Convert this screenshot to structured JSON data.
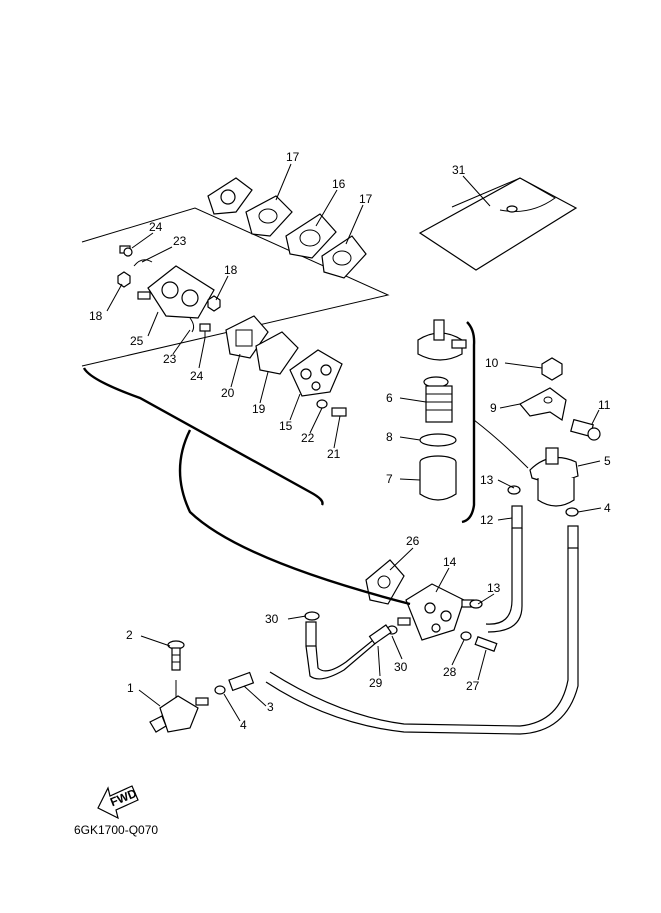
{
  "diagram": {
    "code": "6GK1700-Q070",
    "fwd_label": "FWD",
    "callouts": [
      {
        "id": "c1",
        "label": "1"
      },
      {
        "id": "c2",
        "label": "2"
      },
      {
        "id": "c3",
        "label": "3"
      },
      {
        "id": "c4a",
        "label": "4"
      },
      {
        "id": "c4b",
        "label": "4"
      },
      {
        "id": "c5",
        "label": "5"
      },
      {
        "id": "c6",
        "label": "6"
      },
      {
        "id": "c7",
        "label": "7"
      },
      {
        "id": "c8",
        "label": "8"
      },
      {
        "id": "c9",
        "label": "9"
      },
      {
        "id": "c10",
        "label": "10"
      },
      {
        "id": "c11",
        "label": "11"
      },
      {
        "id": "c12",
        "label": "12"
      },
      {
        "id": "c13a",
        "label": "13"
      },
      {
        "id": "c13b",
        "label": "13"
      },
      {
        "id": "c14",
        "label": "14"
      },
      {
        "id": "c15",
        "label": "15"
      },
      {
        "id": "c16",
        "label": "16"
      },
      {
        "id": "c17a",
        "label": "17"
      },
      {
        "id": "c17b",
        "label": "17"
      },
      {
        "id": "c18a",
        "label": "18"
      },
      {
        "id": "c18b",
        "label": "18"
      },
      {
        "id": "c19",
        "label": "19"
      },
      {
        "id": "c20",
        "label": "20"
      },
      {
        "id": "c21",
        "label": "21"
      },
      {
        "id": "c22",
        "label": "22"
      },
      {
        "id": "c23a",
        "label": "23"
      },
      {
        "id": "c23b",
        "label": "23"
      },
      {
        "id": "c24a",
        "label": "24"
      },
      {
        "id": "c24b",
        "label": "24"
      },
      {
        "id": "c25",
        "label": "25"
      },
      {
        "id": "c26",
        "label": "26"
      },
      {
        "id": "c27",
        "label": "27"
      },
      {
        "id": "c28",
        "label": "28"
      },
      {
        "id": "c29",
        "label": "29"
      },
      {
        "id": "c30a",
        "label": "30"
      },
      {
        "id": "c30b",
        "label": "30"
      },
      {
        "id": "c31",
        "label": "31"
      }
    ]
  }
}
